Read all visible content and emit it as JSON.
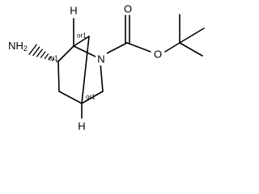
{
  "structure": {
    "atoms": {
      "amine": "NH",
      "amine_subscript": "2",
      "ring_nitrogen": "N",
      "carbonyl_oxygen": "O",
      "ester_oxygen": "O",
      "hydrogen_top": "H",
      "hydrogen_bottom": "H"
    },
    "stereo_labels": {
      "c6": "or1",
      "c1": "or1",
      "c4": "or1"
    }
  }
}
